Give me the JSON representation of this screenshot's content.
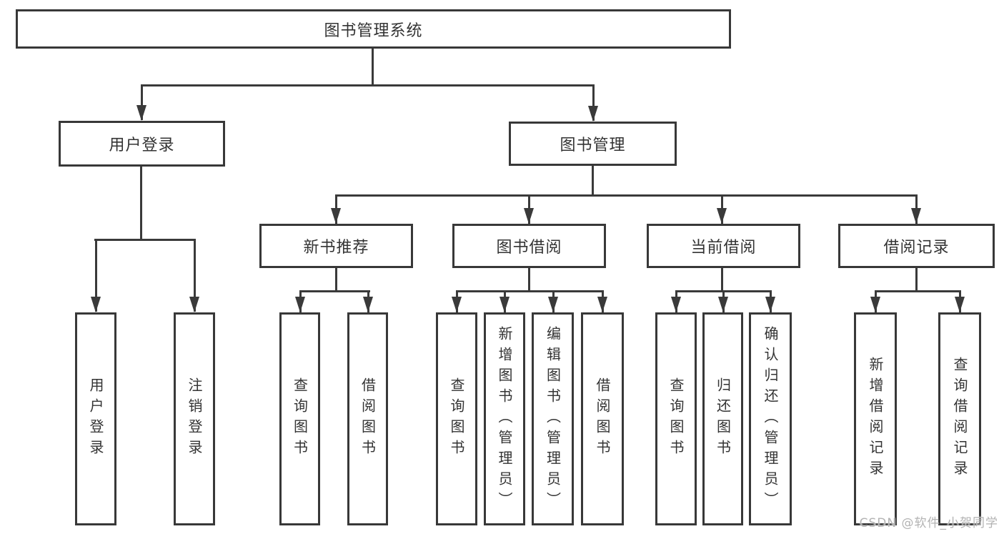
{
  "diagram": {
    "type": "hierarchy-tree",
    "title": "图书管理系统",
    "tree": {
      "label": "图书管理系统",
      "children": [
        {
          "label": "用户登录",
          "children": [
            {
              "label": "用户登录"
            },
            {
              "label": "注销登录"
            }
          ]
        },
        {
          "label": "图书管理",
          "children": [
            {
              "label": "新书推荐",
              "children": [
                {
                  "label": "查询图书"
                },
                {
                  "label": "借阅图书"
                }
              ]
            },
            {
              "label": "图书借阅",
              "children": [
                {
                  "label": "查询图书"
                },
                {
                  "label": "新增图书（管理员）"
                },
                {
                  "label": "编辑图书（管理员）"
                },
                {
                  "label": "借阅图书"
                }
              ]
            },
            {
              "label": "当前借阅",
              "children": [
                {
                  "label": "查询图书"
                },
                {
                  "label": "归还图书"
                },
                {
                  "label": "确认归还（管理员）"
                }
              ]
            },
            {
              "label": "借阅记录",
              "children": [
                {
                  "label": "新增借阅记录"
                },
                {
                  "label": "查询借阅记录"
                }
              ]
            }
          ]
        }
      ]
    }
  },
  "watermark": {
    "text": "CSDN @软件_小贺同学"
  },
  "colors": {
    "line": "#3a3a3a",
    "box_border": "#383838",
    "text": "#333333",
    "watermark": "#b3b3b3",
    "background": "#ffffff"
  }
}
